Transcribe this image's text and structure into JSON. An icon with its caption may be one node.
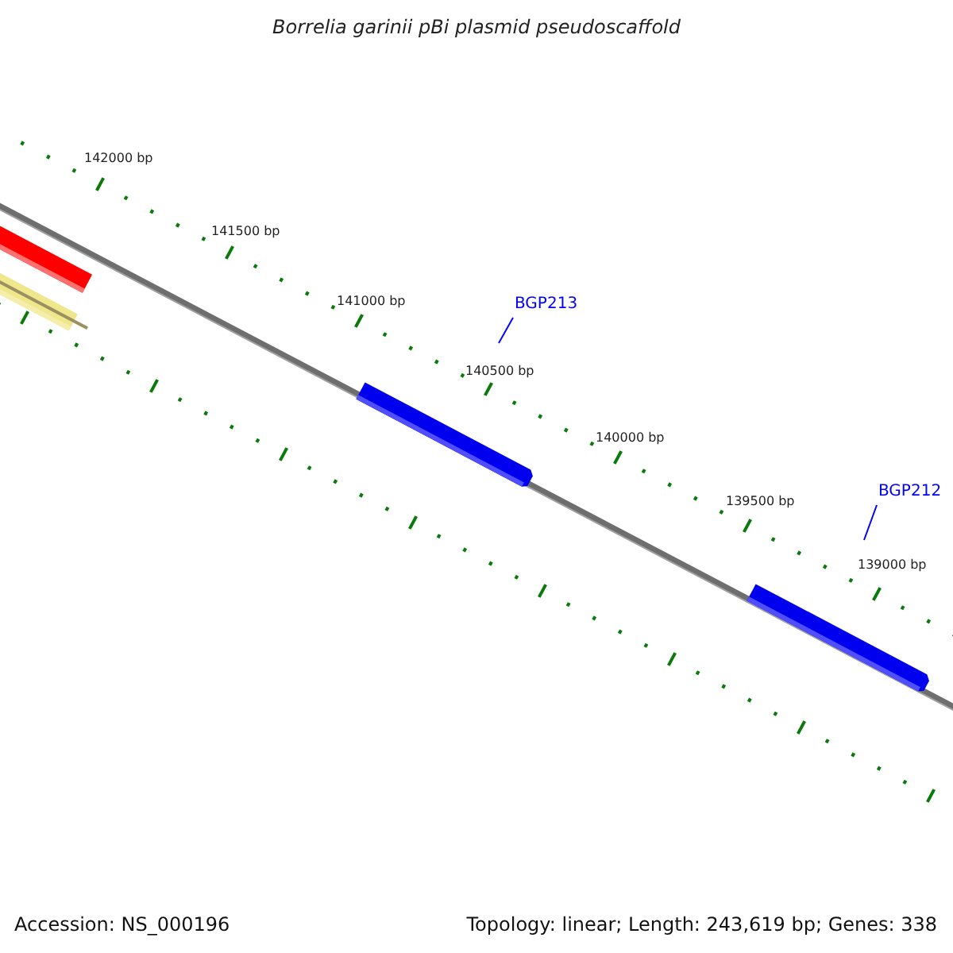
{
  "diagram": {
    "title": "Borrelia garinii pBi plasmid pseudoscaffold",
    "nodes": [
      {
        "text": [
          "BGP213"
        ]
      },
      {
        "text": [
          "BGP212"
        ]
      }
    ],
    "edges": [
      {
        "from": 0,
        "to": null,
        "arrow": "none",
        "color": "#0000ff"
      },
      {
        "from": 1,
        "to": null,
        "arrow": "none",
        "color": "#0000ff"
      }
    ],
    "labels": [
      "142000 bp",
      "141500 bp",
      "141000 bp",
      "140500 bp",
      "140000 bp",
      "139500 bp",
      "139000 bp",
      "Accession: NS_000196",
      "Topology: linear; Length: 243,619 bp; Genes: 338"
    ]
  }
}
